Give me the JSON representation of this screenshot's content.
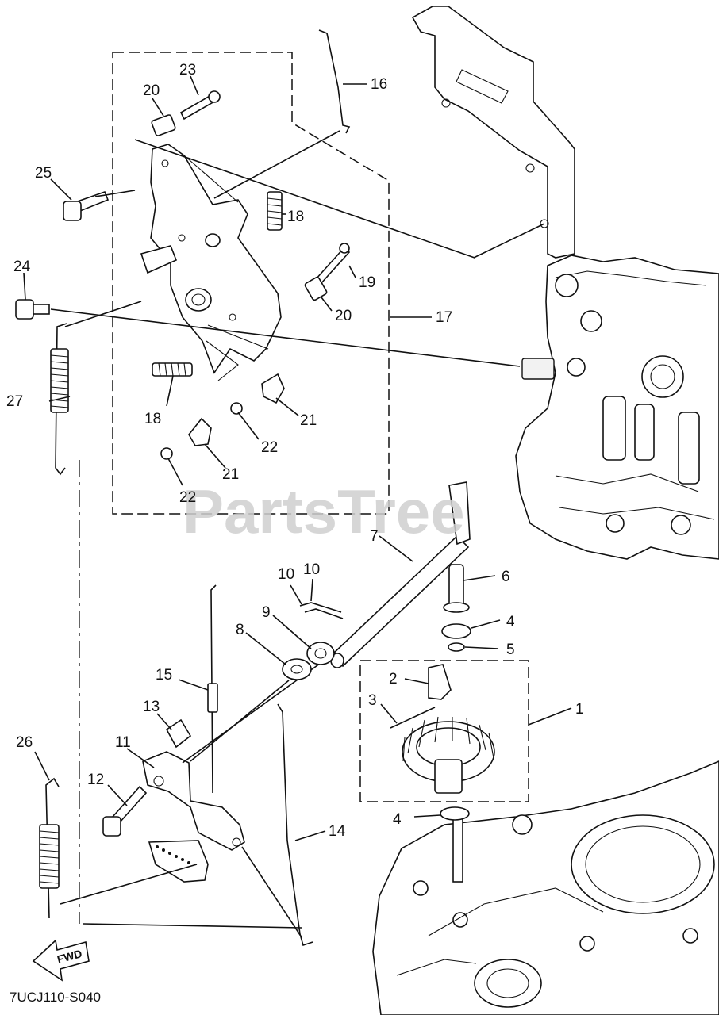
{
  "diagram": {
    "drawing_code": "7UCJ110-S040",
    "watermark": "PartsTree",
    "direction_label": "FWD",
    "callouts": [
      {
        "id": "c1",
        "label": "1"
      },
      {
        "id": "c2",
        "label": "2"
      },
      {
        "id": "c3",
        "label": "3"
      },
      {
        "id": "c4a",
        "label": "4"
      },
      {
        "id": "c4b",
        "label": "4"
      },
      {
        "id": "c5",
        "label": "5"
      },
      {
        "id": "c6",
        "label": "6"
      },
      {
        "id": "c7",
        "label": "7"
      },
      {
        "id": "c8",
        "label": "8"
      },
      {
        "id": "c9",
        "label": "9"
      },
      {
        "id": "c10a",
        "label": "10"
      },
      {
        "id": "c10b",
        "label": "10"
      },
      {
        "id": "c11",
        "label": "11"
      },
      {
        "id": "c12",
        "label": "12"
      },
      {
        "id": "c13",
        "label": "13"
      },
      {
        "id": "c14",
        "label": "14"
      },
      {
        "id": "c15",
        "label": "15"
      },
      {
        "id": "c16",
        "label": "16"
      },
      {
        "id": "c17",
        "label": "17"
      },
      {
        "id": "c18a",
        "label": "18"
      },
      {
        "id": "c18b",
        "label": "18"
      },
      {
        "id": "c19",
        "label": "19"
      },
      {
        "id": "c20a",
        "label": "20"
      },
      {
        "id": "c20b",
        "label": "20"
      },
      {
        "id": "c21a",
        "label": "21"
      },
      {
        "id": "c21b",
        "label": "21"
      },
      {
        "id": "c22a",
        "label": "22"
      },
      {
        "id": "c22b",
        "label": "22"
      },
      {
        "id": "c23",
        "label": "23"
      },
      {
        "id": "c24",
        "label": "24"
      },
      {
        "id": "c25",
        "label": "25"
      },
      {
        "id": "c26",
        "label": "26"
      },
      {
        "id": "c27",
        "label": "27"
      }
    ]
  }
}
